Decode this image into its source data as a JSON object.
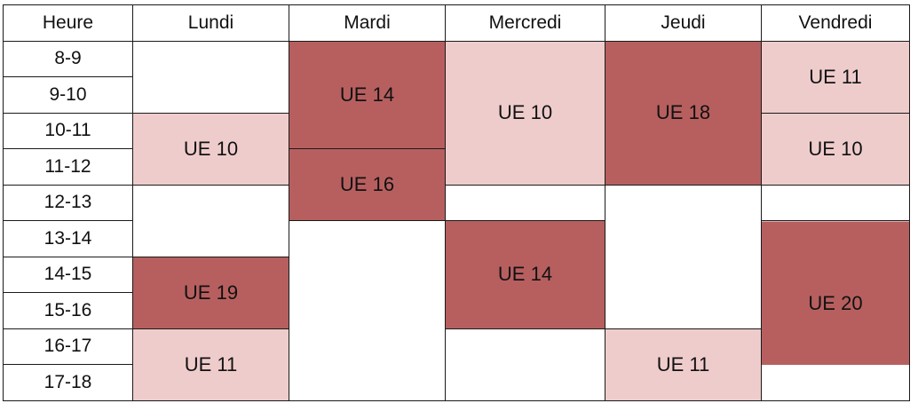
{
  "header": {
    "hour": "Heure",
    "days": [
      "Lundi",
      "Mardi",
      "Mercredi",
      "Jeudi",
      "Vendredi"
    ]
  },
  "hours": [
    "8-9",
    "9-10",
    "10-11",
    "11-12",
    "12-13",
    "13-14",
    "14-15",
    "15-16",
    "16-17",
    "17-18"
  ],
  "courses": {
    "lundi": [
      "UE 10",
      "UE 19",
      "UE 11"
    ],
    "mardi": [
      "UE 14",
      "UE 16"
    ],
    "mercredi": [
      "UE 10",
      "UE 14"
    ],
    "jeudi": [
      "UE 18",
      "UE 11"
    ],
    "vendredi": [
      "UE 11",
      "UE 10",
      "UE 20"
    ]
  },
  "colors": {
    "light": "#efcccc",
    "dark": "#b75f5f",
    "border": "#1a1a1a"
  }
}
